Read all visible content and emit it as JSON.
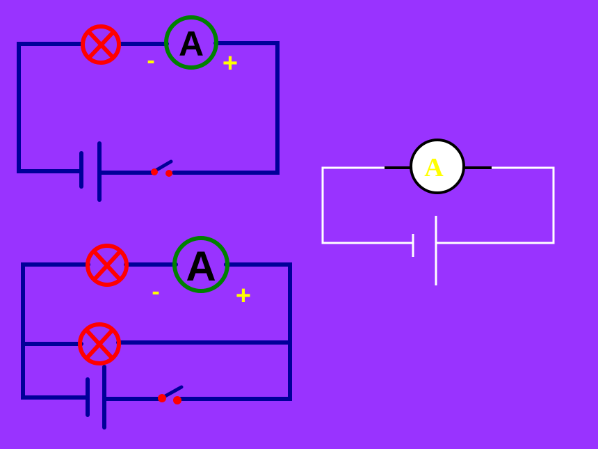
{
  "circuit_top": {
    "meter_label": "A",
    "negative_label": "-",
    "positive_label": "+"
  },
  "circuit_bottom": {
    "meter_label": "A",
    "negative_label": "-",
    "positive_label": "+"
  },
  "circuit_right": {
    "meter_label": "A"
  },
  "colors": {
    "background": "#9933ff",
    "wire": "#000099",
    "lamp": "#ff0000",
    "ammeter_ring": "#008000",
    "polarity_text": "#ffff00",
    "right_circuit_wire": "#ffffff"
  }
}
